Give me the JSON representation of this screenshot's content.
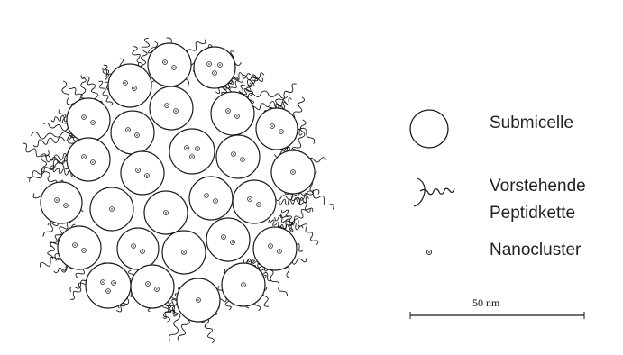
{
  "legend": {
    "submicelle": "Submicelle",
    "peptide_line1": "Vorstehende",
    "peptide_line2": "Peptidkette",
    "nanocluster": "Nanocluster"
  },
  "scale_bar": {
    "label": "50 nm"
  },
  "colors": {
    "stroke": "#1a1a1a",
    "background": "#ffffff"
  }
}
